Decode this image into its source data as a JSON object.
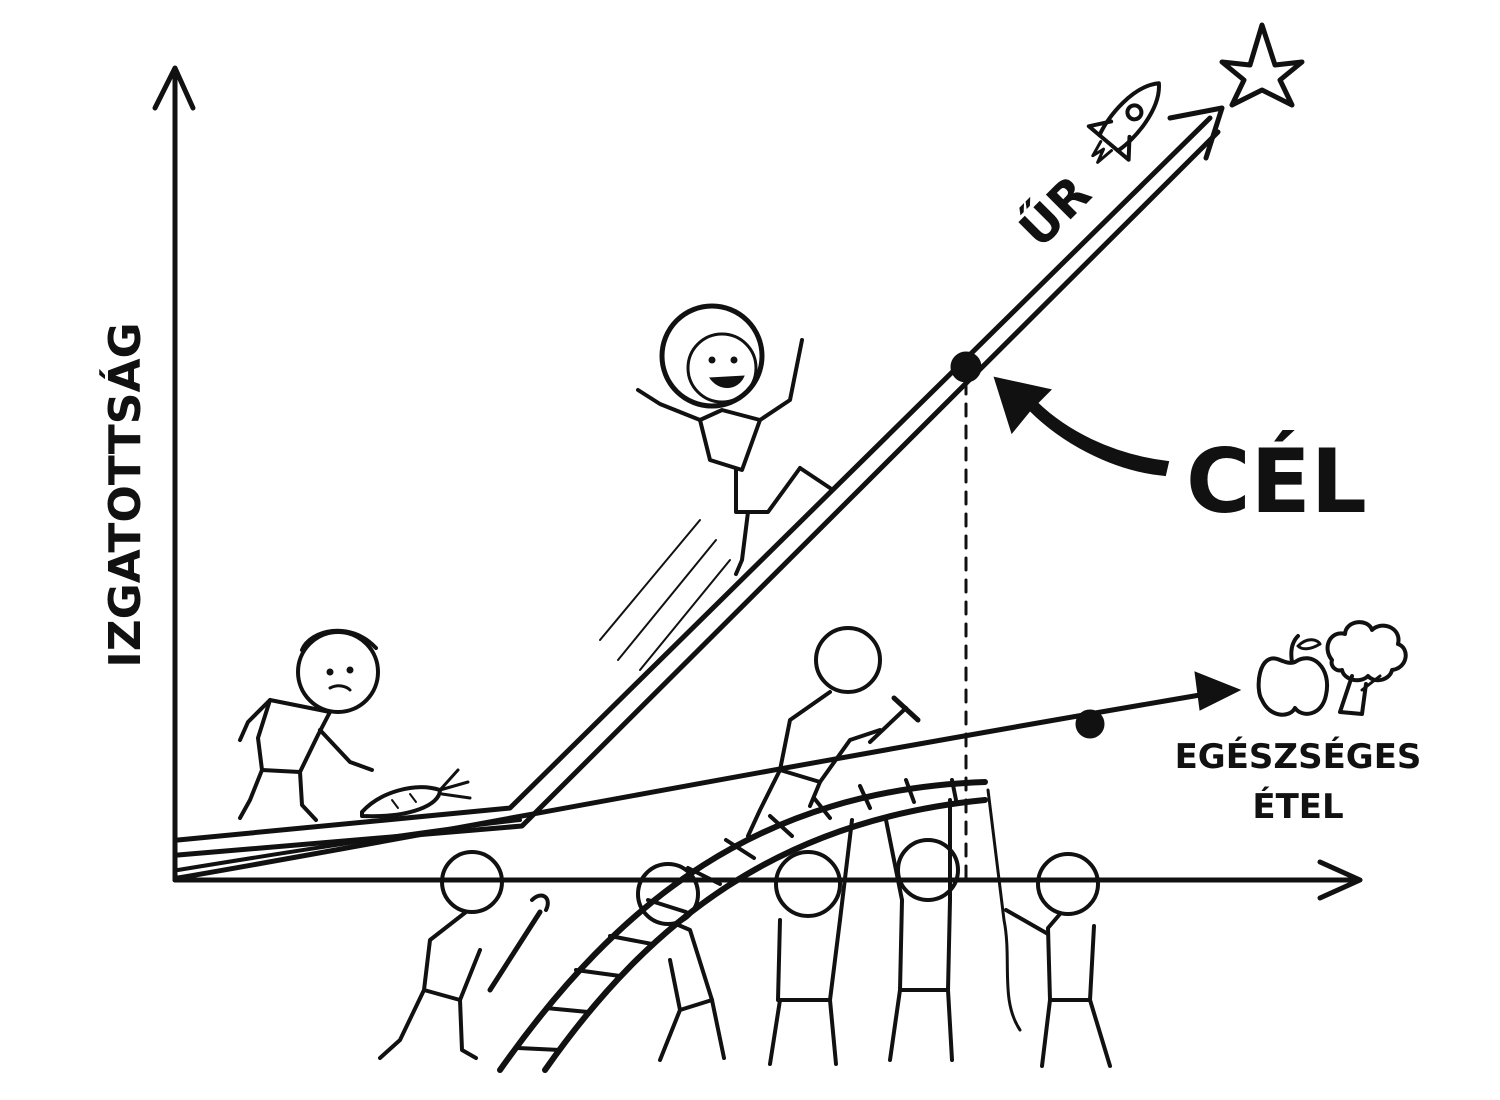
{
  "labels": {
    "y_axis": "IZGATOTTSÁG",
    "space_path": "ŰR",
    "goal": "CÉL",
    "healthy_food_line1": "EGÉSZSÉGES",
    "healthy_food_line2": "ÉTEL"
  },
  "icons": {
    "destination_1": "star-icon",
    "destination_2": "rocket-icon",
    "food_1": "apple-icon",
    "food_2": "broccoli-icon",
    "item_boy_holds": "carrot-icon",
    "tool_1": "wrench-icon",
    "tool_2": "hammer-icon"
  },
  "colors": {
    "ink": "#111111",
    "background": "#ffffff"
  }
}
